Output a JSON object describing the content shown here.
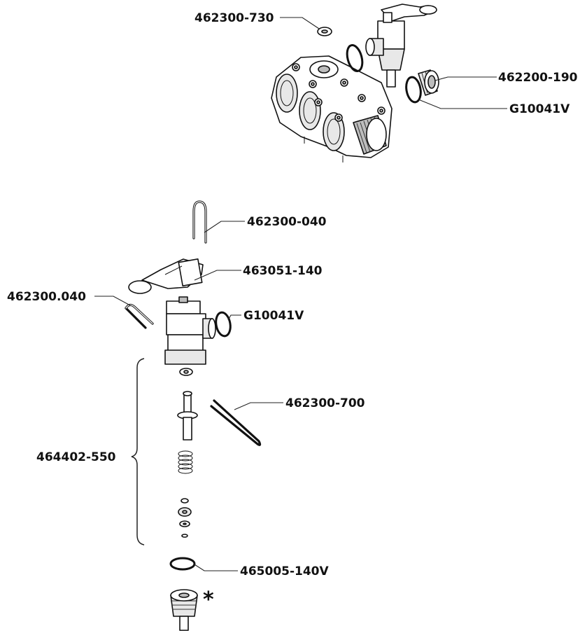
{
  "labels": {
    "p462300_730": "462300-730",
    "p462200_190": "462200-190",
    "g10041v_top": "G10041V",
    "p462300_040": "462300-040",
    "p463051_140": "463051-140",
    "p462300_040_dot": "462300.040",
    "g10041v_mid": "G10041V",
    "p462300_700": "462300-700",
    "p464402_550": "464402-550",
    "p465005_140v": "465005-140V",
    "asterisk": "*"
  }
}
